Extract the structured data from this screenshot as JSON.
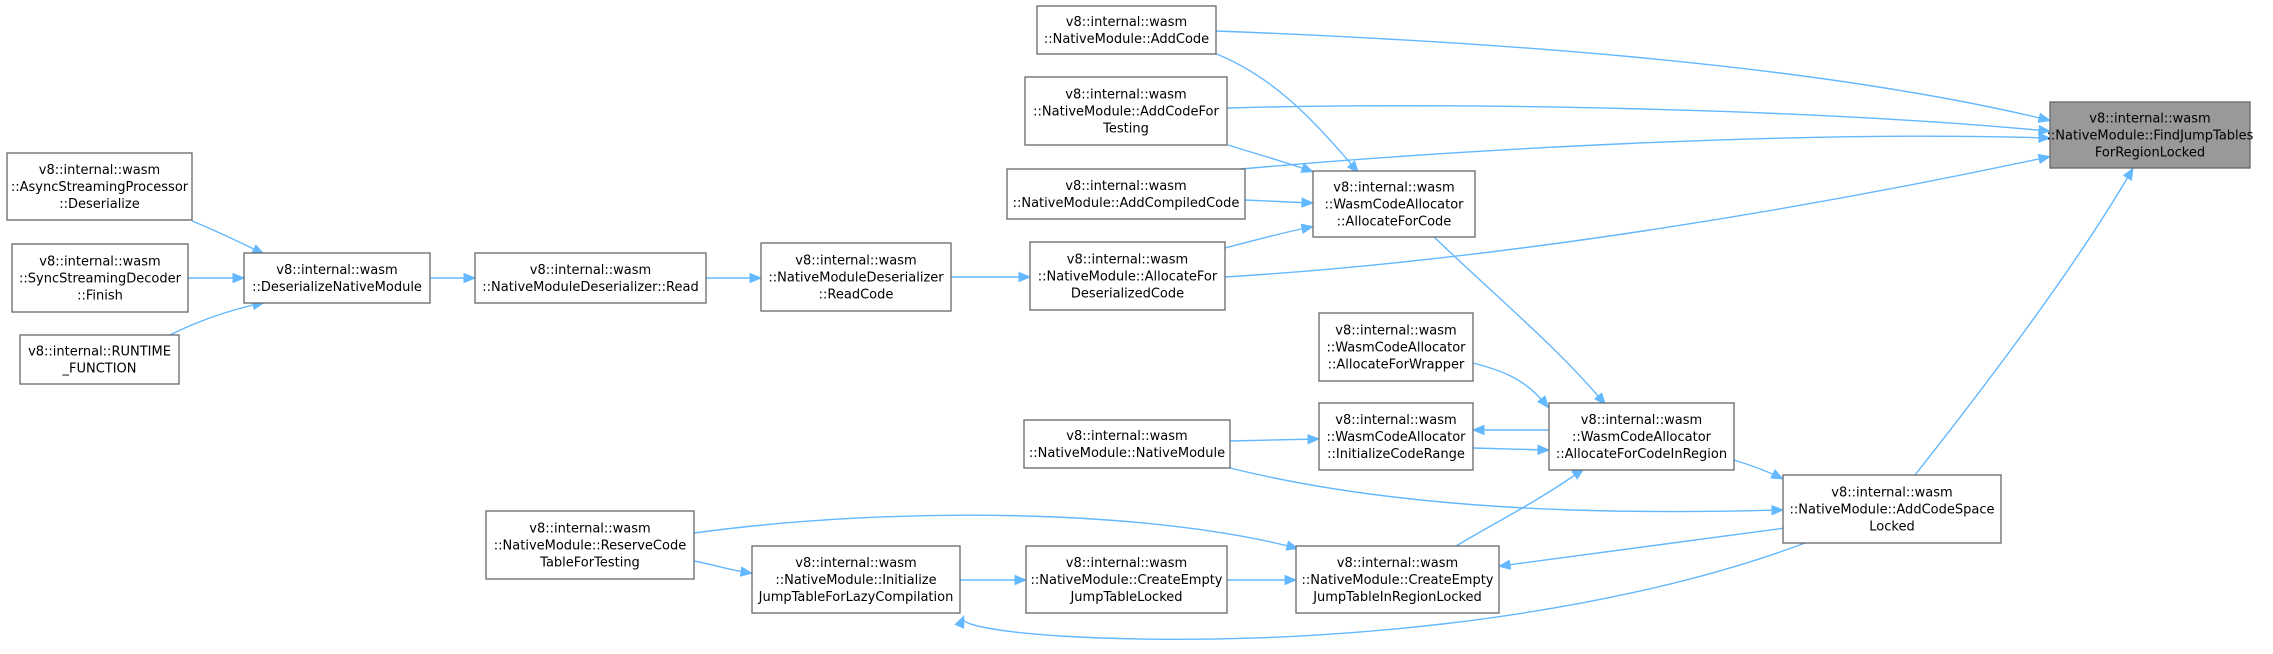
{
  "graph": {
    "nodes": [
      {
        "id": "find",
        "lines": [
          "v8::internal::wasm",
          "::NativeModule::FindJumpTables",
          "ForRegionLocked"
        ],
        "focus": true
      },
      {
        "id": "addcode",
        "lines": [
          "v8::internal::wasm",
          "::NativeModule::AddCode"
        ]
      },
      {
        "id": "addcodefortesting",
        "lines": [
          "v8::internal::wasm",
          "::NativeModule::AddCodeFor",
          "Testing"
        ]
      },
      {
        "id": "addcompiled",
        "lines": [
          "v8::internal::wasm",
          "::NativeModule::AddCompiledCode"
        ]
      },
      {
        "id": "allocforcode",
        "lines": [
          "v8::internal::wasm",
          "::WasmCodeAllocator",
          "::AllocateForCode"
        ]
      },
      {
        "id": "allocdeser",
        "lines": [
          "v8::internal::wasm",
          "::NativeModule::AllocateFor",
          "DeserializedCode"
        ]
      },
      {
        "id": "asyncdeser",
        "lines": [
          "v8::internal::wasm",
          "::AsyncStreamingProcessor",
          "::Deserialize"
        ]
      },
      {
        "id": "syncfinish",
        "lines": [
          "v8::internal::wasm",
          "::SyncStreamingDecoder",
          "::Finish"
        ]
      },
      {
        "id": "runtimefn",
        "lines": [
          "v8::internal::RUNTIME",
          "_FUNCTION"
        ]
      },
      {
        "id": "deserialize",
        "lines": [
          "v8::internal::wasm",
          "::DeserializeNativeModule"
        ]
      },
      {
        "id": "nmdread",
        "lines": [
          "v8::internal::wasm",
          "::NativeModuleDeserializer::Read"
        ]
      },
      {
        "id": "readcode",
        "lines": [
          "v8::internal::wasm",
          "::NativeModuleDeserializer",
          "::ReadCode"
        ]
      },
      {
        "id": "allocwrapper",
        "lines": [
          "v8::internal::wasm",
          "::WasmCodeAllocator",
          "::AllocateForWrapper"
        ]
      },
      {
        "id": "allocregion",
        "lines": [
          "v8::internal::wasm",
          "::WasmCodeAllocator",
          "::AllocateForCodeInRegion"
        ]
      },
      {
        "id": "initrange",
        "lines": [
          "v8::internal::wasm",
          "::WasmCodeAllocator",
          "::InitializeCodeRange"
        ]
      },
      {
        "id": "nativemodule",
        "lines": [
          "v8::internal::wasm",
          "::NativeModule::NativeModule"
        ]
      },
      {
        "id": "addspace",
        "lines": [
          "v8::internal::wasm",
          "::NativeModule::AddCodeSpace",
          "Locked"
        ]
      },
      {
        "id": "reservetesting",
        "lines": [
          "v8::internal::wasm",
          "::NativeModule::ReserveCode",
          "TableForTesting"
        ]
      },
      {
        "id": "initlazy",
        "lines": [
          "v8::internal::wasm",
          "::NativeModule::Initialize",
          "JumpTableForLazyCompilation"
        ]
      },
      {
        "id": "createempty",
        "lines": [
          "v8::internal::wasm",
          "::NativeModule::CreateEmpty",
          "JumpTableLocked"
        ]
      },
      {
        "id": "createinregion",
        "lines": [
          "v8::internal::wasm",
          "::NativeModule::CreateEmpty",
          "JumpTableInRegionLocked"
        ]
      }
    ]
  }
}
